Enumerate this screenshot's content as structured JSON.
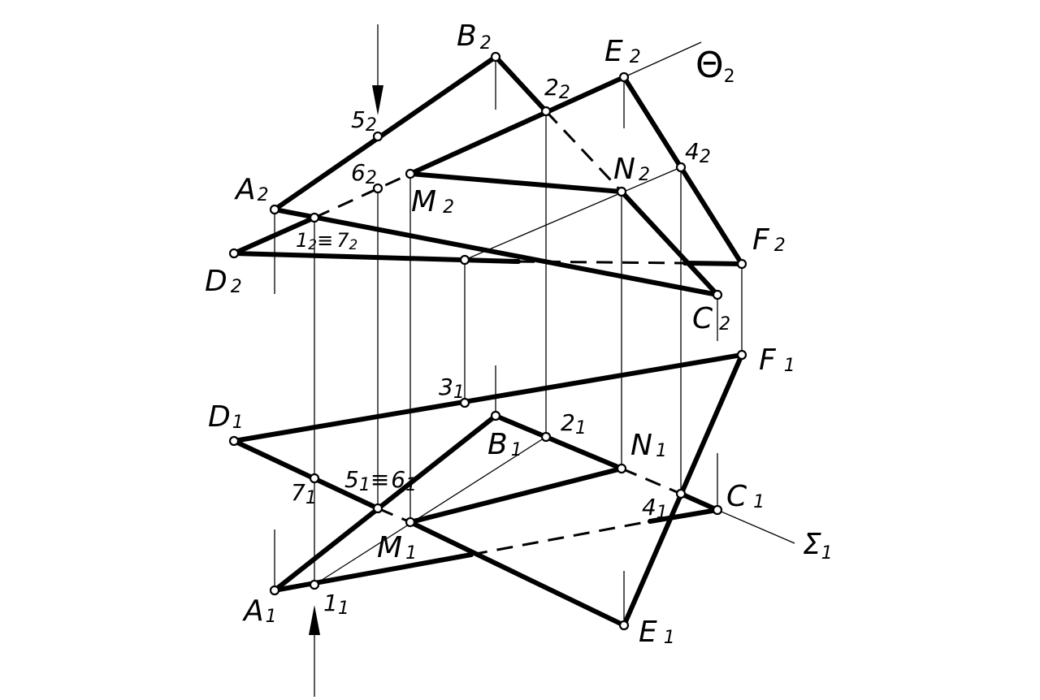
{
  "colors": {
    "line": "#000000",
    "background": "#ffffff"
  },
  "plane_labels": {
    "theta": {
      "main": "Θ",
      "sub": "2"
    },
    "sigma": {
      "main": "Σ",
      "sub": "1"
    }
  },
  "point_labels": {
    "B2": {
      "main": "B",
      "sub": "2"
    },
    "E2": {
      "main": "E",
      "sub": "2"
    },
    "p22": {
      "main": "2",
      "sub": "2"
    },
    "p52": {
      "main": "5",
      "sub": "2"
    },
    "p62": {
      "main": "6",
      "sub": "2"
    },
    "N2": {
      "main": "N",
      "sub": "2"
    },
    "p42": {
      "main": "4",
      "sub": "2"
    },
    "A2": {
      "main": "A",
      "sub": "2"
    },
    "M2": {
      "main": "M",
      "sub": "2"
    },
    "p172": {
      "main": "1",
      "sub": "2",
      "equiv": "≡",
      "main2": "7",
      "sub2": "2"
    },
    "F2": {
      "main": "F",
      "sub": "2"
    },
    "D2": {
      "main": "D",
      "sub": "2"
    },
    "C2": {
      "main": "C",
      "sub": "2"
    },
    "F1": {
      "main": "F",
      "sub": "1"
    },
    "p31": {
      "main": "3",
      "sub": "1"
    },
    "D1": {
      "main": "D",
      "sub": "1"
    },
    "p21": {
      "main": "2",
      "sub": "1"
    },
    "B1": {
      "main": "B",
      "sub": "1"
    },
    "N1": {
      "main": "N",
      "sub": "1"
    },
    "p561": {
      "main": "5",
      "sub": "1",
      "equiv": "≡",
      "main2": "6",
      "sub2": "1"
    },
    "p71": {
      "main": "7",
      "sub": "1"
    },
    "C1": {
      "main": "C",
      "sub": "1"
    },
    "p41": {
      "main": "4",
      "sub": "1"
    },
    "M1": {
      "main": "M",
      "sub": "1"
    },
    "A1": {
      "main": "A",
      "sub": "1"
    },
    "p11": {
      "main": "1",
      "sub": "1"
    },
    "E1": {
      "main": "E",
      "sub": "1"
    }
  }
}
